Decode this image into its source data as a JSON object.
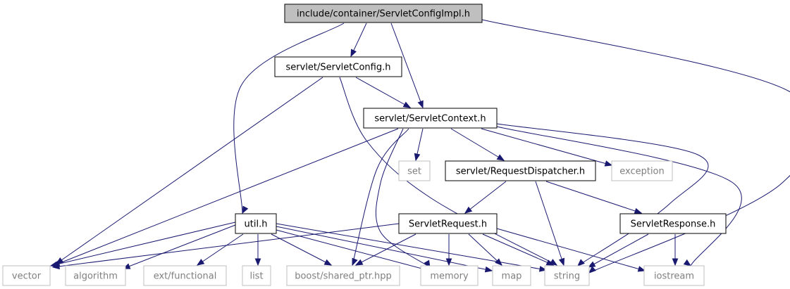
{
  "colors": {
    "root_fill": "#bfbfbf",
    "normal_fill": "#ffffff",
    "normal_border": "#000000",
    "external_border": "#bfbfbf",
    "external_text": "#7f7f7f",
    "edge": "#191970"
  },
  "nodes": [
    {
      "id": "root",
      "label": "include/container/ServletConfigImpl.h",
      "kind": "root"
    },
    {
      "id": "servletconfig",
      "label": "servlet/ServletConfig.h",
      "kind": "normal"
    },
    {
      "id": "servletcontext",
      "label": "servlet/ServletContext.h",
      "kind": "normal"
    },
    {
      "id": "set",
      "label": "set",
      "kind": "external"
    },
    {
      "id": "requestdispatcher",
      "label": "servlet/RequestDispatcher.h",
      "kind": "normal"
    },
    {
      "id": "exception",
      "label": "exception",
      "kind": "external"
    },
    {
      "id": "utilh",
      "label": "util.h",
      "kind": "normal"
    },
    {
      "id": "servletrequest",
      "label": "ServletRequest.h",
      "kind": "normal"
    },
    {
      "id": "servletresponse",
      "label": "ServletResponse.h",
      "kind": "normal"
    },
    {
      "id": "vector",
      "label": "vector",
      "kind": "external"
    },
    {
      "id": "algorithm",
      "label": "algorithm",
      "kind": "external"
    },
    {
      "id": "functional",
      "label": "ext/functional",
      "kind": "external"
    },
    {
      "id": "list",
      "label": "list",
      "kind": "external"
    },
    {
      "id": "sharedptr",
      "label": "boost/shared_ptr.hpp",
      "kind": "external"
    },
    {
      "id": "memory",
      "label": "memory",
      "kind": "external"
    },
    {
      "id": "map",
      "label": "map",
      "kind": "external"
    },
    {
      "id": "string",
      "label": "string",
      "kind": "external"
    },
    {
      "id": "iostream",
      "label": "iostream",
      "kind": "external"
    }
  ],
  "edges": [
    [
      "root",
      "servletconfig"
    ],
    [
      "root",
      "servletcontext"
    ],
    [
      "root",
      "utilh"
    ],
    [
      "root",
      "string"
    ],
    [
      "servletconfig",
      "servletcontext"
    ],
    [
      "servletconfig",
      "vector"
    ],
    [
      "servletconfig",
      "string"
    ],
    [
      "servletcontext",
      "set"
    ],
    [
      "servletcontext",
      "requestdispatcher"
    ],
    [
      "servletcontext",
      "exception"
    ],
    [
      "servletcontext",
      "vector"
    ],
    [
      "servletcontext",
      "sharedptr"
    ],
    [
      "servletcontext",
      "memory"
    ],
    [
      "servletcontext",
      "string"
    ],
    [
      "servletcontext",
      "iostream"
    ],
    [
      "requestdispatcher",
      "servletrequest"
    ],
    [
      "requestdispatcher",
      "servletresponse"
    ],
    [
      "requestdispatcher",
      "string"
    ],
    [
      "utilh",
      "vector"
    ],
    [
      "utilh",
      "algorithm"
    ],
    [
      "utilh",
      "functional"
    ],
    [
      "utilh",
      "list"
    ],
    [
      "utilh",
      "sharedptr"
    ],
    [
      "utilh",
      "memory"
    ],
    [
      "utilh",
      "map"
    ],
    [
      "utilh",
      "string"
    ],
    [
      "servletrequest",
      "vector"
    ],
    [
      "servletrequest",
      "sharedptr"
    ],
    [
      "servletrequest",
      "memory"
    ],
    [
      "servletrequest",
      "map"
    ],
    [
      "servletrequest",
      "string"
    ],
    [
      "servletrequest",
      "iostream"
    ],
    [
      "servletresponse",
      "string"
    ],
    [
      "servletresponse",
      "iostream"
    ]
  ]
}
